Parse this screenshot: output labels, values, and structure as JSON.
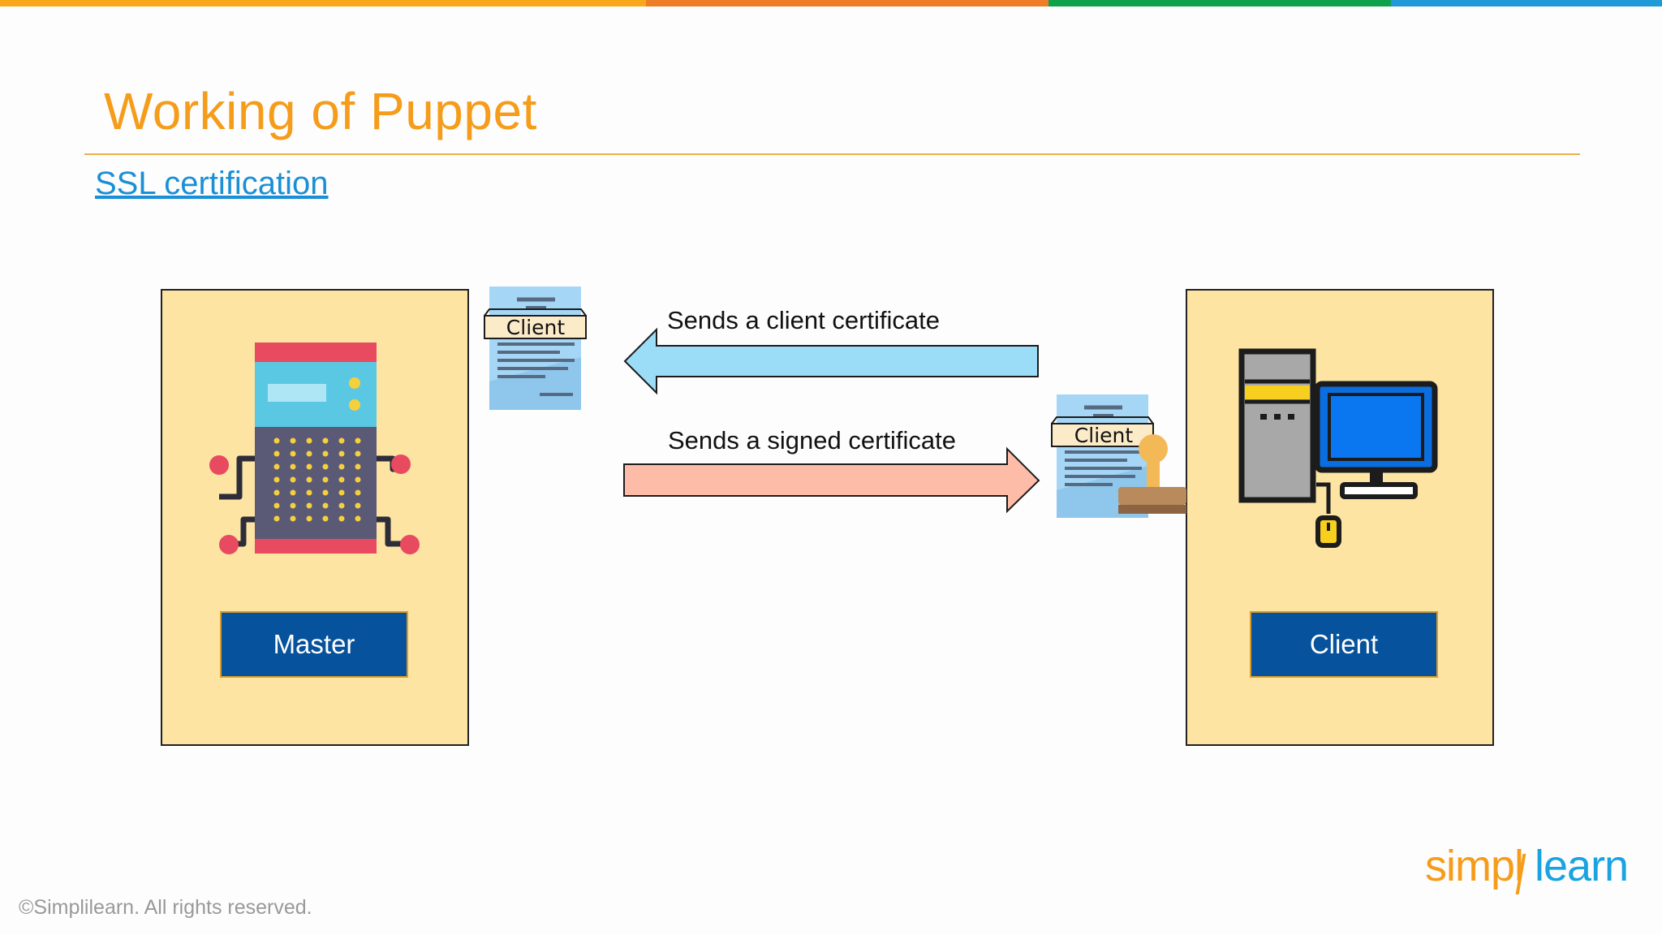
{
  "colors": {
    "top_bar": [
      "#f7a81b",
      "#ef7c26",
      "#0fa14a",
      "#1f9ad7"
    ],
    "title": "#f59c1a",
    "subtitle_link": "#1a8fd6",
    "box_fill": "#fde4a3",
    "role_label_fill": "#06529c",
    "arrow_request": "#9bdcf6",
    "arrow_response": "#fdbca8"
  },
  "slide": {
    "title": "Working of Puppet",
    "subtitle": "SSL certification"
  },
  "diagram": {
    "master": {
      "label": "Master",
      "icon": "server-robot-icon"
    },
    "client": {
      "label": "Client",
      "icon": "desktop-computer-icon"
    },
    "arrows": {
      "request": {
        "text": "Sends a client certificate",
        "direction": "to-master"
      },
      "response": {
        "text": "Sends a signed certificate",
        "direction": "to-client"
      }
    },
    "documents": {
      "client_cert": {
        "tag": "Client",
        "icon": "certificate-document-icon"
      },
      "signed_cert": {
        "tag": "Client",
        "icon": "stamped-certificate-icon"
      }
    }
  },
  "footer": {
    "copyright": "©Simplilearn. All rights reserved.",
    "brand_part1": "simpl",
    "brand_part2": "learn"
  }
}
